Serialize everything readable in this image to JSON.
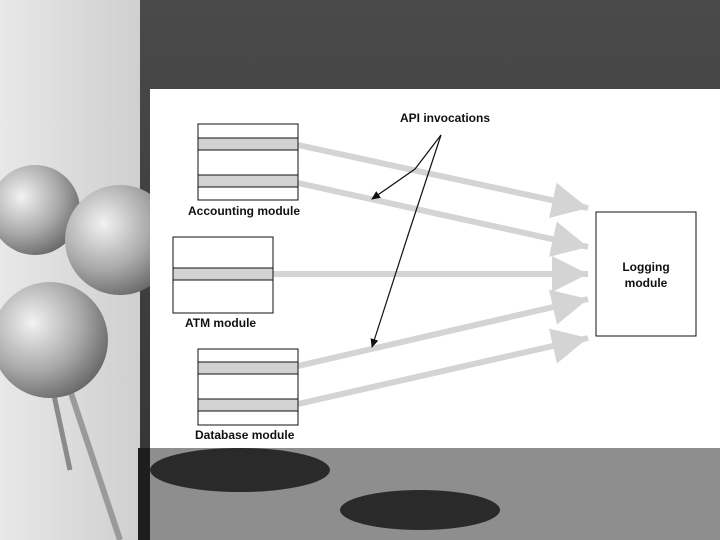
{
  "diagram": {
    "annotation": "API invocations",
    "modules": {
      "accounting": "Accounting module",
      "atm": "ATM module",
      "database": "Database module"
    },
    "logging": {
      "line1": "Logging",
      "line2": "module"
    }
  },
  "colors": {
    "slide_background": "#3a3a3a",
    "panel": "#ffffff",
    "api_stripe": "#d2d2d2",
    "arrow": "#d4d4d4",
    "stroke": "#111111"
  }
}
